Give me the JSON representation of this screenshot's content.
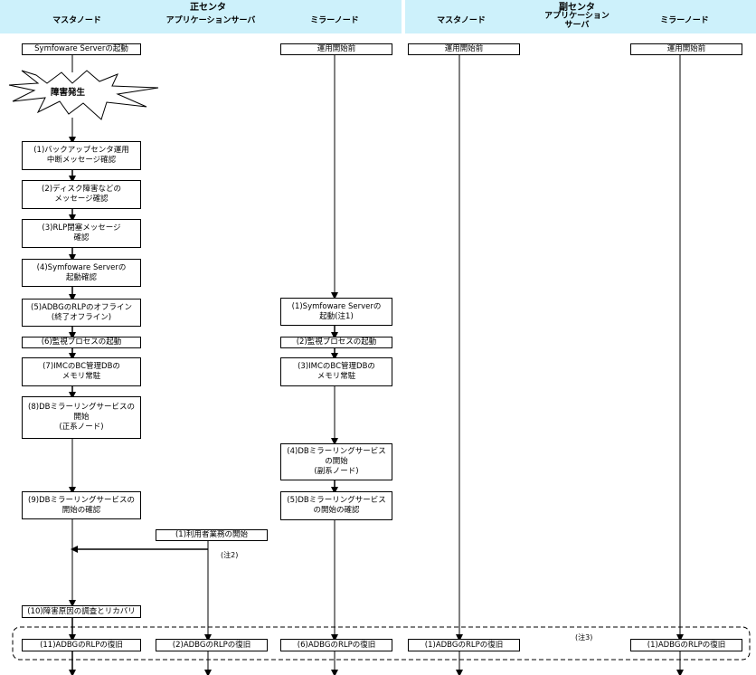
{
  "header": {
    "primary_center": "正センタ",
    "secondary_center": "副センタ",
    "columns": {
      "p_master": "マスタノード",
      "p_app": "アプリケーションサーバ",
      "p_mirror": "ミラーノード",
      "s_master": "マスタノード",
      "s_app": "アプリケーション\nサーバ",
      "s_mirror": "ミラーノード"
    }
  },
  "master": {
    "start": "Symfoware Serverの起動",
    "failure": "障害発生",
    "s1": "(1)バックアップセンタ運用\n中断メッセージ確認",
    "s2": "(2)ディスク障害などの\nメッセージ確認",
    "s3": "(3)RLP閉塞メッセージ\n確認",
    "s4": "(4)Symfoware Serverの\n起動確認",
    "s5": "(5)ADBGのRLPのオフライン\n(終了オフライン)",
    "s6": "(6)監視プロセスの起動",
    "s7": "(7)IMCのBC管理DBの\nメモリ常駐",
    "s8": "(8)DBミラーリングサービスの\n開始\n(正系ノード)",
    "s9": "(9)DBミラーリングサービスの\n開始の確認",
    "s10": "(10)障害原因の調査とリカバリ",
    "s11": "(11)ADBGのRLPの復旧"
  },
  "app": {
    "s1": "(1)利用者業務の開始",
    "note2": "(注2)",
    "s2": "(2)ADBGのRLPの復旧"
  },
  "mirror": {
    "start": "運用開始前",
    "s1": "(1)Symfoware Serverの\n起動(注1)",
    "s2": "(2)監視プロセスの起動",
    "s3": "(3)IMCのBC管理DBの\nメモリ常駐",
    "s4": "(4)DBミラーリングサービス\nの開始\n(副系ノード)",
    "s5": "(5)DBミラーリングサービス\nの開始の確認",
    "s6": "(6)ADBGのRLPの復旧"
  },
  "secondary_master": {
    "start": "運用開始前",
    "s1": "(1)ADBGのRLPの復旧"
  },
  "secondary_mirror": {
    "start": "運用開始前",
    "s1": "(1)ADBGのRLPの復旧"
  },
  "note3": "(注3)",
  "colors": {
    "header_bg": "#cdf1fb",
    "line": "#000000",
    "box_bg": "#ffffff"
  }
}
